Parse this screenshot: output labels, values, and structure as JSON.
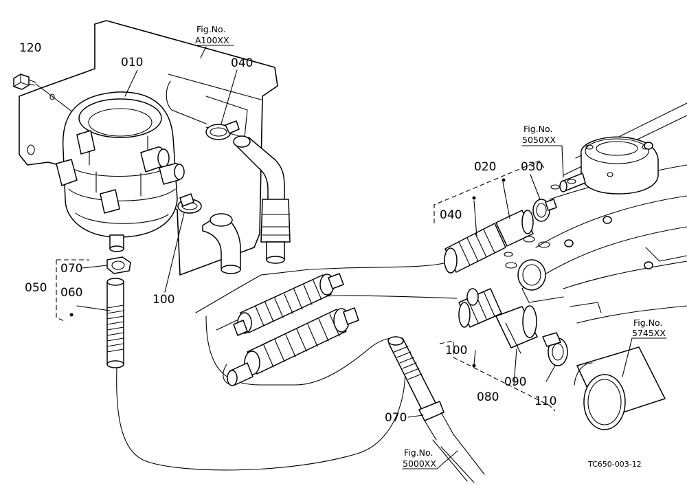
{
  "labels": {
    "p120": "120",
    "p010": "010",
    "p040a": "040",
    "p040b": "040",
    "p020": "020",
    "p030": "030",
    "p070a": "070",
    "p070b": "070",
    "p050": "050",
    "p060": "060",
    "p100a": "100",
    "p100b": "100",
    "p090": "090",
    "p080": "080",
    "p110": "110"
  },
  "refs": {
    "a100": {
      "line1": "Fig.No.",
      "line2": "A100XX"
    },
    "r5050": {
      "line1": "Fig.No.",
      "line2": "5050XX"
    },
    "r5745": {
      "line1": "Fig.No.",
      "line2": "5745XX"
    },
    "r5000": {
      "line1": "Fig.No.",
      "line2": "5000XX"
    }
  },
  "diagram_code": "TC650-003-12"
}
